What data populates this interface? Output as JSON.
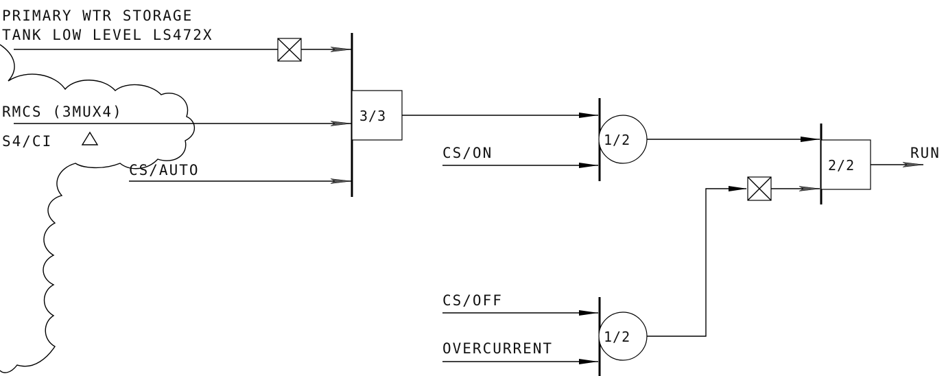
{
  "labels": {
    "primary_line1": "PRIMARY WTR STORAGE",
    "primary_line2": "TANK LOW LEVEL LS472X",
    "rmcs": "RMCS (3MUX4)",
    "s4ci": "S4/CI",
    "cs_auto": "CS/AUTO",
    "cs_on": "CS/ON",
    "cs_off": "CS/OFF",
    "overcurrent": "OVERCURRENT",
    "run": "RUN"
  },
  "gates": {
    "and_3_3": "3/3",
    "or_top": "1/2",
    "or_bottom": "1/2",
    "and_2_2": "2/2"
  },
  "symbols": {
    "revision": "delta-triangle-icon",
    "interposing_relay": "box-x-icon"
  }
}
